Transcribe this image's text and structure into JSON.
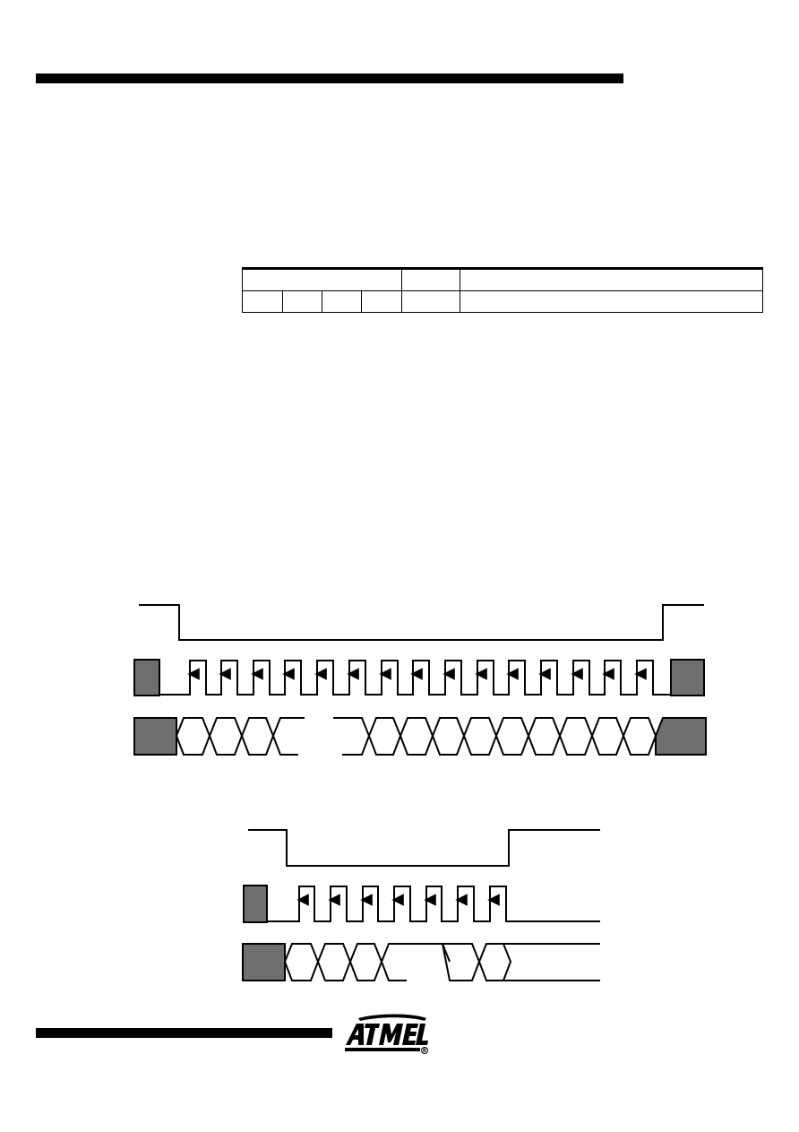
{
  "brand": {
    "logo_icon": "atmel-logo-icon",
    "logo_color": "#000000"
  },
  "register_table": {
    "rows": 2,
    "columns": 6,
    "cells": [
      [
        "",
        "",
        "",
        "",
        "",
        ""
      ],
      [
        "",
        "",
        "",
        "",
        "",
        ""
      ]
    ]
  },
  "timing_diagrams": [
    {
      "signals": [
        "chip-select",
        "clock",
        "data"
      ],
      "clock_rising_edges": 15,
      "data_bits": 16,
      "shaded_color": "#6e6e6e"
    },
    {
      "signals": [
        "chip-select",
        "clock",
        "data"
      ],
      "clock_rising_edges": 7,
      "data_bits": 7,
      "shaded_color": "#6e6e6e"
    }
  ]
}
